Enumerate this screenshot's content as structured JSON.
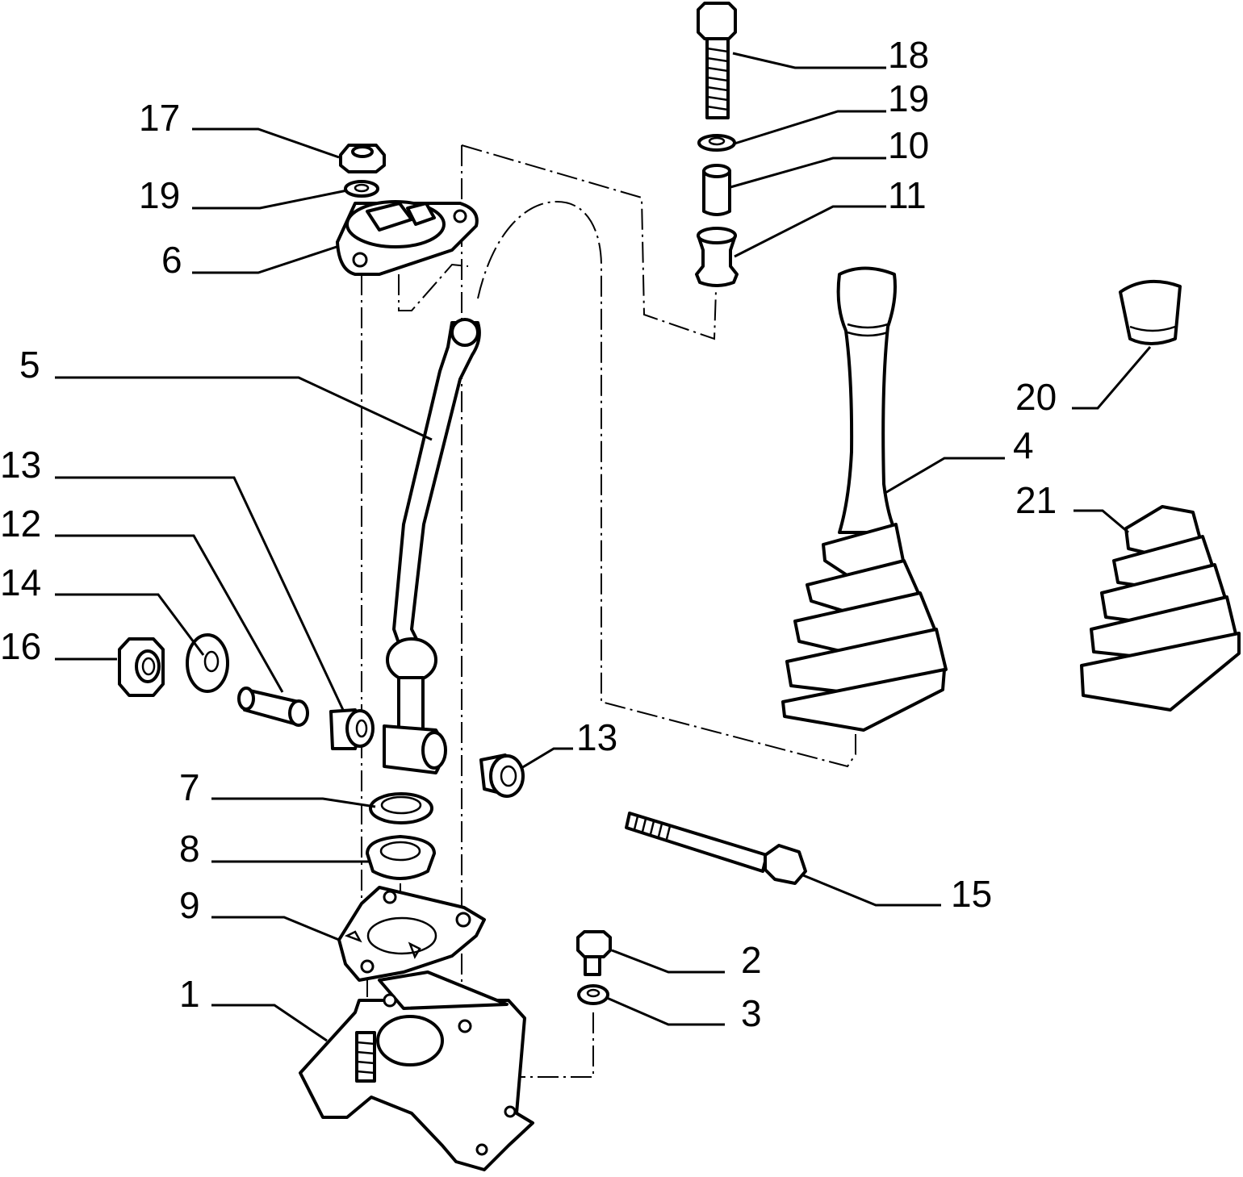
{
  "diagram": {
    "callouts": [
      {
        "id": "c18",
        "label": "18"
      },
      {
        "id": "c19a",
        "label": "19"
      },
      {
        "id": "c10",
        "label": "10"
      },
      {
        "id": "c11",
        "label": "11"
      },
      {
        "id": "c17",
        "label": "17"
      },
      {
        "id": "c19b",
        "label": "19"
      },
      {
        "id": "c6",
        "label": "6"
      },
      {
        "id": "c5",
        "label": "5"
      },
      {
        "id": "c13a",
        "label": "13"
      },
      {
        "id": "c12",
        "label": "12"
      },
      {
        "id": "c14",
        "label": "14"
      },
      {
        "id": "c16",
        "label": "16"
      },
      {
        "id": "c13b",
        "label": "13"
      },
      {
        "id": "c7",
        "label": "7"
      },
      {
        "id": "c8",
        "label": "8"
      },
      {
        "id": "c9",
        "label": "9"
      },
      {
        "id": "c1",
        "label": "1"
      },
      {
        "id": "c2",
        "label": "2"
      },
      {
        "id": "c3",
        "label": "3"
      },
      {
        "id": "c15",
        "label": "15"
      },
      {
        "id": "c20",
        "label": "20"
      },
      {
        "id": "c4",
        "label": "4"
      },
      {
        "id": "c21",
        "label": "21"
      }
    ]
  }
}
